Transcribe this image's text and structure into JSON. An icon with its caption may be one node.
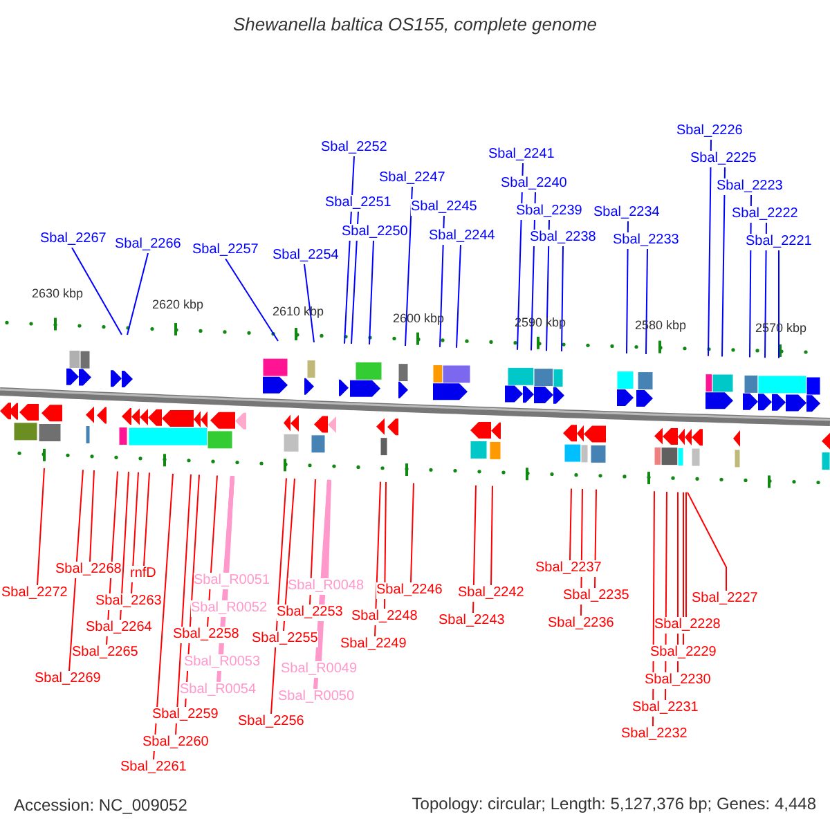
{
  "diagram": {
    "title": "Shewanella baltica OS155, complete genome",
    "nodes": [
      {
        "text": [
          "Sbal_2267"
        ]
      },
      {
        "text": [
          "Sbal_2266"
        ]
      },
      {
        "text": [
          "Sbal_2257"
        ]
      },
      {
        "text": [
          "Sbal_2254"
        ]
      },
      {
        "text": [
          "Sbal_2252"
        ]
      },
      {
        "text": [
          "Sbal_2251"
        ]
      },
      {
        "text": [
          "Sbal_2250"
        ]
      },
      {
        "text": [
          "Sbal_2247"
        ]
      },
      {
        "text": [
          "Sbal_2245"
        ]
      },
      {
        "text": [
          "Sbal_2244"
        ]
      },
      {
        "text": [
          "Sbal_2241"
        ]
      },
      {
        "text": [
          "Sbal_2240"
        ]
      },
      {
        "text": [
          "Sbal_2239"
        ]
      },
      {
        "text": [
          "Sbal_2238"
        ]
      },
      {
        "text": [
          "Sbal_2234"
        ]
      },
      {
        "text": [
          "Sbal_2233"
        ]
      },
      {
        "text": [
          "Sbal_2226"
        ]
      },
      {
        "text": [
          "Sbal_2225"
        ]
      },
      {
        "text": [
          "Sbal_2223"
        ]
      },
      {
        "text": [
          "Sbal_2222"
        ]
      },
      {
        "text": [
          "Sbal_2221"
        ]
      },
      {
        "text": [
          "Sbal_2272"
        ]
      },
      {
        "text": [
          "Sbal_2269"
        ]
      },
      {
        "text": [
          "Sbal_2268"
        ]
      },
      {
        "text": [
          "Sbal_2265"
        ]
      },
      {
        "text": [
          "Sbal_2264"
        ]
      },
      {
        "text": [
          "Sbal_2263"
        ]
      },
      {
        "text": [
          "rnfD"
        ]
      },
      {
        "text": [
          "Sbal_2261"
        ]
      },
      {
        "text": [
          "Sbal_2260"
        ]
      },
      {
        "text": [
          "Sbal_2259"
        ]
      },
      {
        "text": [
          "Sbal_2258"
        ]
      },
      {
        "text": [
          "Sbal_R0051"
        ]
      },
      {
        "text": [
          "Sbal_R0052"
        ]
      },
      {
        "text": [
          "Sbal_R0053"
        ]
      },
      {
        "text": [
          "Sbal_R0054"
        ]
      },
      {
        "text": [
          "Sbal_2256"
        ]
      },
      {
        "text": [
          "Sbal_2255"
        ]
      },
      {
        "text": [
          "Sbal_2253"
        ]
      },
      {
        "text": [
          "Sbal_R0048"
        ]
      },
      {
        "text": [
          "Sbal_R0049"
        ]
      },
      {
        "text": [
          "Sbal_R0050"
        ]
      },
      {
        "text": [
          "Sbal_2249"
        ]
      },
      {
        "text": [
          "Sbal_2248"
        ]
      },
      {
        "text": [
          "Sbal_2246"
        ]
      },
      {
        "text": [
          "Sbal_2243"
        ]
      },
      {
        "text": [
          "Sbal_2242"
        ]
      },
      {
        "text": [
          "Sbal_2237"
        ]
      },
      {
        "text": [
          "Sbal_2236"
        ]
      },
      {
        "text": [
          "Sbal_2235"
        ]
      },
      {
        "text": [
          "Sbal_2232"
        ]
      },
      {
        "text": [
          "Sbal_2231"
        ]
      },
      {
        "text": [
          "Sbal_2230"
        ]
      },
      {
        "text": [
          "Sbal_2229"
        ]
      },
      {
        "text": [
          "Sbal_2228"
        ]
      },
      {
        "text": [
          "Sbal_2227"
        ]
      }
    ],
    "edges": [
      {
        "from": 0,
        "to": null,
        "arrow": "none",
        "color": "#0000ff"
      },
      {
        "from": 1,
        "to": null,
        "arrow": "none",
        "color": "#0000ff"
      },
      {
        "from": 2,
        "to": null,
        "arrow": "none",
        "color": "#0000ff"
      },
      {
        "from": 3,
        "to": null,
        "arrow": "none",
        "color": "#0000ff"
      },
      {
        "from": 4,
        "to": null,
        "arrow": "none",
        "color": "#0000ff"
      },
      {
        "from": 5,
        "to": null,
        "arrow": "none",
        "color": "#0000ff"
      },
      {
        "from": 6,
        "to": null,
        "arrow": "none",
        "color": "#0000ff"
      },
      {
        "from": 7,
        "to": null,
        "arrow": "none",
        "color": "#0000ff"
      },
      {
        "from": 8,
        "to": null,
        "arrow": "none",
        "color": "#0000ff"
      },
      {
        "from": 9,
        "to": null,
        "arrow": "none",
        "color": "#0000ff"
      },
      {
        "from": 10,
        "to": null,
        "arrow": "none",
        "color": "#0000ff"
      },
      {
        "from": 11,
        "to": null,
        "arrow": "none",
        "color": "#0000ff"
      },
      {
        "from": 12,
        "to": null,
        "arrow": "none",
        "color": "#0000ff"
      },
      {
        "from": 13,
        "to": null,
        "arrow": "none",
        "color": "#0000ff"
      },
      {
        "from": 14,
        "to": null,
        "arrow": "none",
        "color": "#0000ff"
      },
      {
        "from": 15,
        "to": null,
        "arrow": "none",
        "color": "#0000ff"
      },
      {
        "from": 16,
        "to": null,
        "arrow": "none",
        "color": "#0000ff"
      },
      {
        "from": 17,
        "to": null,
        "arrow": "none",
        "color": "#0000ff"
      },
      {
        "from": 18,
        "to": null,
        "arrow": "none",
        "color": "#0000ff"
      },
      {
        "from": 19,
        "to": null,
        "arrow": "none",
        "color": "#0000ff"
      },
      {
        "from": 20,
        "to": null,
        "arrow": "none",
        "color": "#0000ff"
      },
      {
        "from": 21,
        "to": null,
        "arrow": "none"
      },
      {
        "from": 22,
        "to": null,
        "arrow": "none"
      },
      {
        "from": 23,
        "to": null,
        "arrow": "none"
      },
      {
        "from": 24,
        "to": null,
        "arrow": "none"
      },
      {
        "from": 25,
        "to": null,
        "arrow": "none"
      },
      {
        "from": 26,
        "to": null,
        "arrow": "none"
      },
      {
        "from": 27,
        "to": null,
        "arrow": "none"
      },
      {
        "from": 28,
        "to": null,
        "arrow": "none"
      },
      {
        "from": 29,
        "to": null,
        "arrow": "none"
      },
      {
        "from": 30,
        "to": null,
        "arrow": "none"
      },
      {
        "from": 31,
        "to": null,
        "arrow": "none"
      },
      {
        "from": 32,
        "to": null,
        "arrow": "none",
        "style": "thick",
        "color": "#ff99cc"
      },
      {
        "from": 33,
        "to": null,
        "arrow": "none",
        "style": "thick",
        "color": "#ff99cc"
      },
      {
        "from": 34,
        "to": null,
        "arrow": "none",
        "style": "thick",
        "color": "#ff99cc"
      },
      {
        "from": 35,
        "to": null,
        "arrow": "none",
        "style": "thick",
        "color": "#ff99cc"
      },
      {
        "from": 36,
        "to": null,
        "arrow": "none"
      },
      {
        "from": 37,
        "to": null,
        "arrow": "none"
      },
      {
        "from": 38,
        "to": null,
        "arrow": "none"
      },
      {
        "from": 39,
        "to": null,
        "arrow": "none",
        "style": "thick",
        "color": "#ff99cc"
      },
      {
        "from": 40,
        "to": null,
        "arrow": "none",
        "style": "thick",
        "color": "#ff99cc"
      },
      {
        "from": 41,
        "to": null,
        "arrow": "none",
        "style": "thick",
        "color": "#ff99cc"
      },
      {
        "from": 42,
        "to": null,
        "arrow": "none"
      },
      {
        "from": 43,
        "to": null,
        "arrow": "none"
      },
      {
        "from": 44,
        "to": null,
        "arrow": "none"
      },
      {
        "from": 45,
        "to": null,
        "arrow": "none"
      },
      {
        "from": 46,
        "to": null,
        "arrow": "none"
      },
      {
        "from": 47,
        "to": null,
        "arrow": "none"
      },
      {
        "from": 48,
        "to": null,
        "arrow": "none"
      },
      {
        "from": 49,
        "to": null,
        "arrow": "none"
      },
      {
        "from": 50,
        "to": null,
        "arrow": "none"
      },
      {
        "from": 51,
        "to": null,
        "arrow": "none"
      },
      {
        "from": 52,
        "to": null,
        "arrow": "none"
      },
      {
        "from": 53,
        "to": null,
        "arrow": "none"
      },
      {
        "from": 54,
        "to": null,
        "arrow": "none"
      },
      {
        "from": 55,
        "to": null,
        "arrow": "none"
      }
    ],
    "labels": [
      "2630 kbp",
      "2620 kbp",
      "2610 kbp",
      "2600 kbp",
      "2590 kbp",
      "2580 kbp",
      "2570 kbp",
      "Accession: NC_009052",
      "Topology: circular; Length: 5,127,376 bp; Genes: 4,448"
    ]
  }
}
